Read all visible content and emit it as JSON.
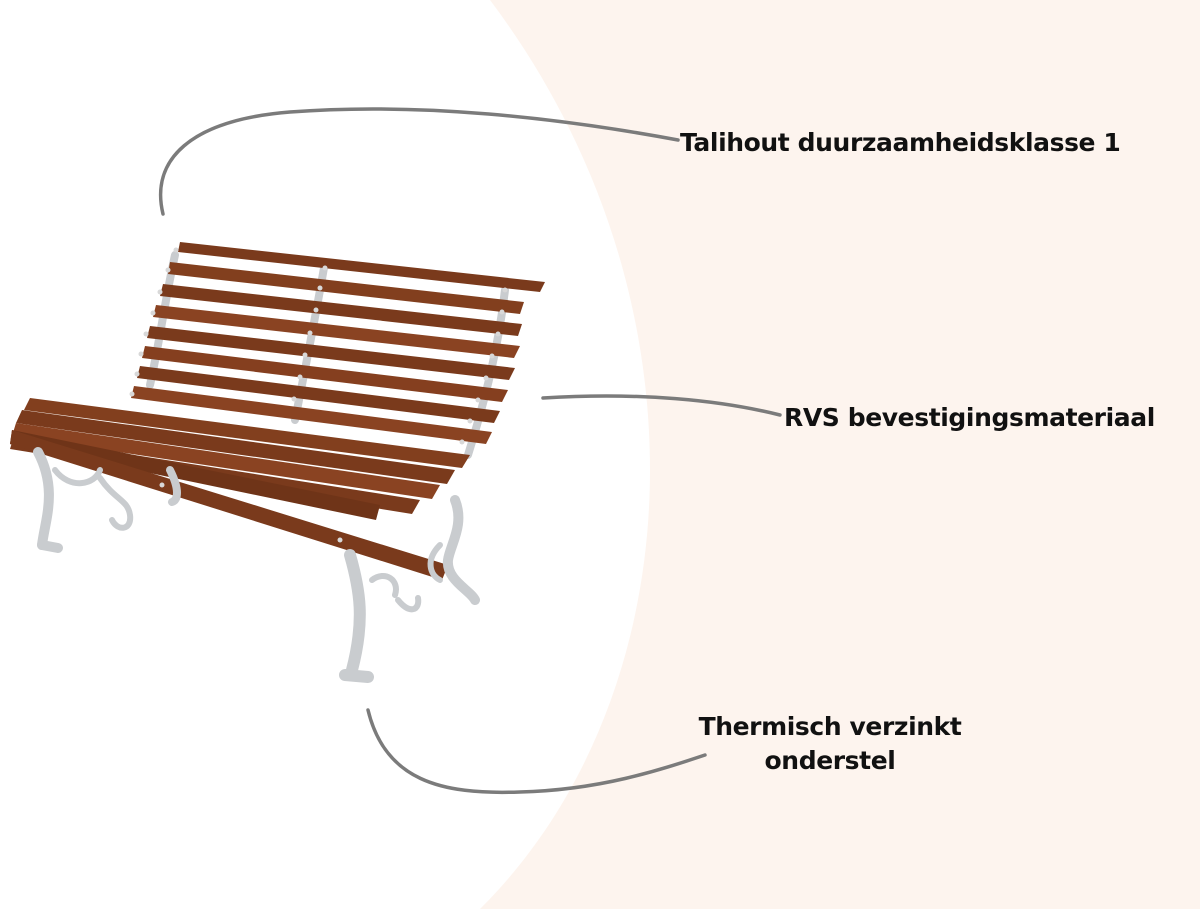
{
  "colors": {
    "background": "#ffffff",
    "accent_background": "#fdf4ee",
    "wood": "#7a3a1c",
    "wood_highlight": "#9a4b26",
    "metal": "#c9cccf",
    "callout_line": "#7b7b7b",
    "text": "#111111"
  },
  "callouts": {
    "wood_label": "Talihout duurzaamheidsklasse 1",
    "fasteners_label": "RVS bevestigingsmateriaal",
    "frame_label_line1": "Thermisch verzinkt",
    "frame_label_line2": "onderstel"
  },
  "image": {
    "subject": "garden-bench"
  }
}
